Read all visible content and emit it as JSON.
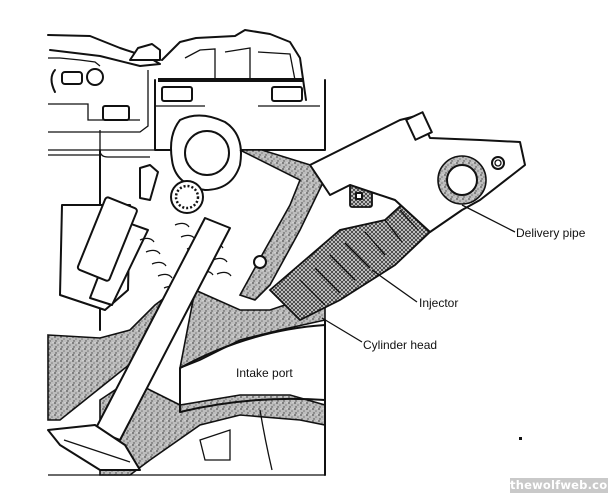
{
  "diagram": {
    "subject": "Engine cylinder head cross-section with fuel injector",
    "labels": {
      "delivery_pipe": "Delivery pipe",
      "injector": "Injector",
      "cylinder_head": "Cylinder head",
      "intake_port": "Intake port"
    }
  },
  "watermark": "thewolfweb.com"
}
